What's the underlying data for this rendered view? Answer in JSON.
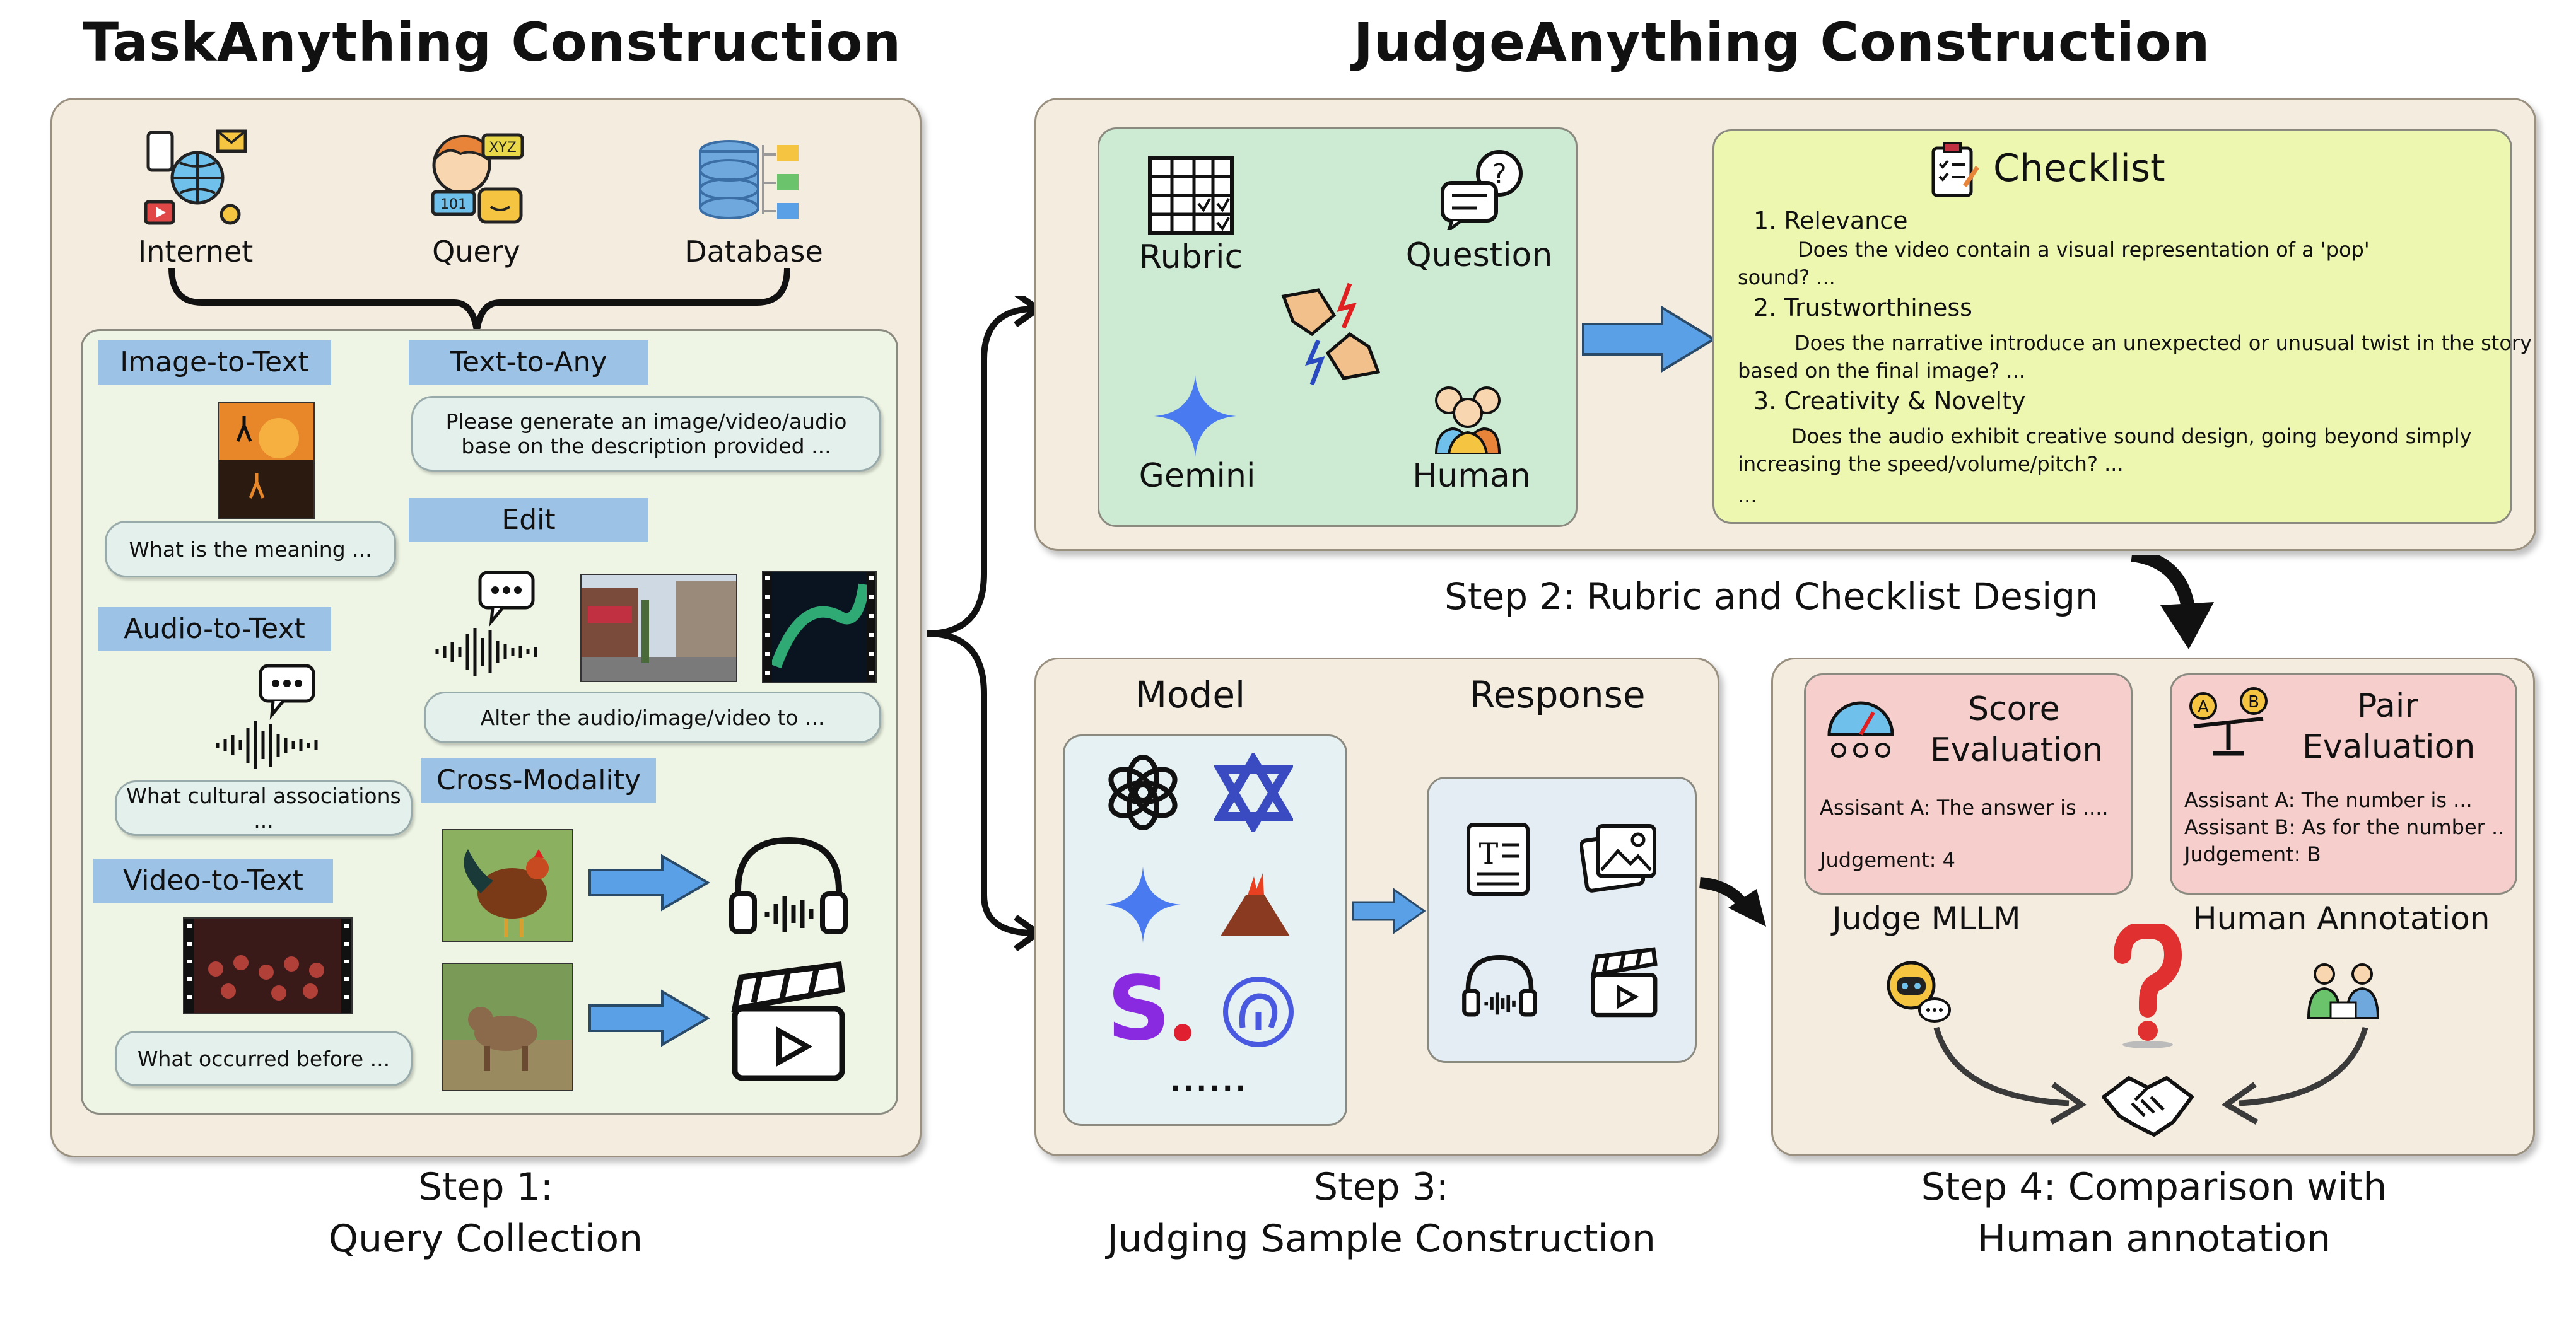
{
  "titles": {
    "left": "TaskAnything Construction",
    "right": "JudgeAnything Construction"
  },
  "sources": [
    "Internet",
    "Query",
    "Database"
  ],
  "task_tags": {
    "image_to_text": "Image-to-Text",
    "text_to_any": "Text-to-Any",
    "edit": "Edit",
    "audio_to_text": "Audio-to-Text",
    "cross_modality": "Cross-Modality",
    "video_to_text": "Video-to-Text"
  },
  "bubbles": {
    "text_to_any": "Please generate an image/video/audio base on the description provided ...",
    "image_to_text": "What is the meaning ...",
    "edit": "Alter the audio/image/video to ...",
    "audio_to_text": "What cultural associations ...",
    "video_to_text": "What occurred before ..."
  },
  "rubric_box": {
    "rubric": "Rubric",
    "question": "Question",
    "gemini": "Gemini",
    "human": "Human"
  },
  "checklist": {
    "title": "Checklist",
    "items": [
      {
        "heading": "1. Relevance",
        "text1": "Does the video contain a visual representation of a 'pop'",
        "text2": "sound? ..."
      },
      {
        "heading": "2. Trustworthiness",
        "text1": "Does the narrative introduce an unexpected or unusual twist in the story",
        "text2": "based on the final image? ..."
      },
      {
        "heading": "3. Creativity & Novelty",
        "text1": "Does the audio exhibit creative sound design, going beyond simply",
        "text2": "increasing the speed/volume/pitch? ..."
      }
    ],
    "ellipsis": "..."
  },
  "step2": "Step 2: Rubric and Checklist Design",
  "model_panel": {
    "model": "Model",
    "response": "Response",
    "dots": "......"
  },
  "score_eval": {
    "title1": "Score",
    "title2": "Evaluation",
    "line1": "Assisant A: The answer is ....",
    "line2": "Judgement:  4"
  },
  "pair_eval": {
    "title1": "Pair",
    "title2": "Evaluation",
    "line1": "Assisant A: The number is ...",
    "line2": "Assisant B: As for the number ..",
    "line3": "Judgement: B"
  },
  "judge_label": "Judge MLLM",
  "human_label": "Human Annotation",
  "steps": {
    "s1a": "Step 1:",
    "s1b": "Query Collection",
    "s3a": "Step 3:",
    "s3b": "Judging Sample Construction",
    "s4a": "Step 4: Comparison with",
    "s4b": "Human annotation"
  },
  "colors": {
    "panel": "#f5ece0",
    "inner_green": "#eef5e4",
    "tag_blue": "#9cc3e6",
    "rubric_green": "#cdebd3",
    "checklist_yellow": "#eef7b0",
    "eval_pink": "#f6cfcc",
    "model_blue": "#e6f1f4",
    "resp_blue": "#e4ecf4",
    "arrow_blue": "#5aa0e6",
    "question_red": "#e03030"
  }
}
